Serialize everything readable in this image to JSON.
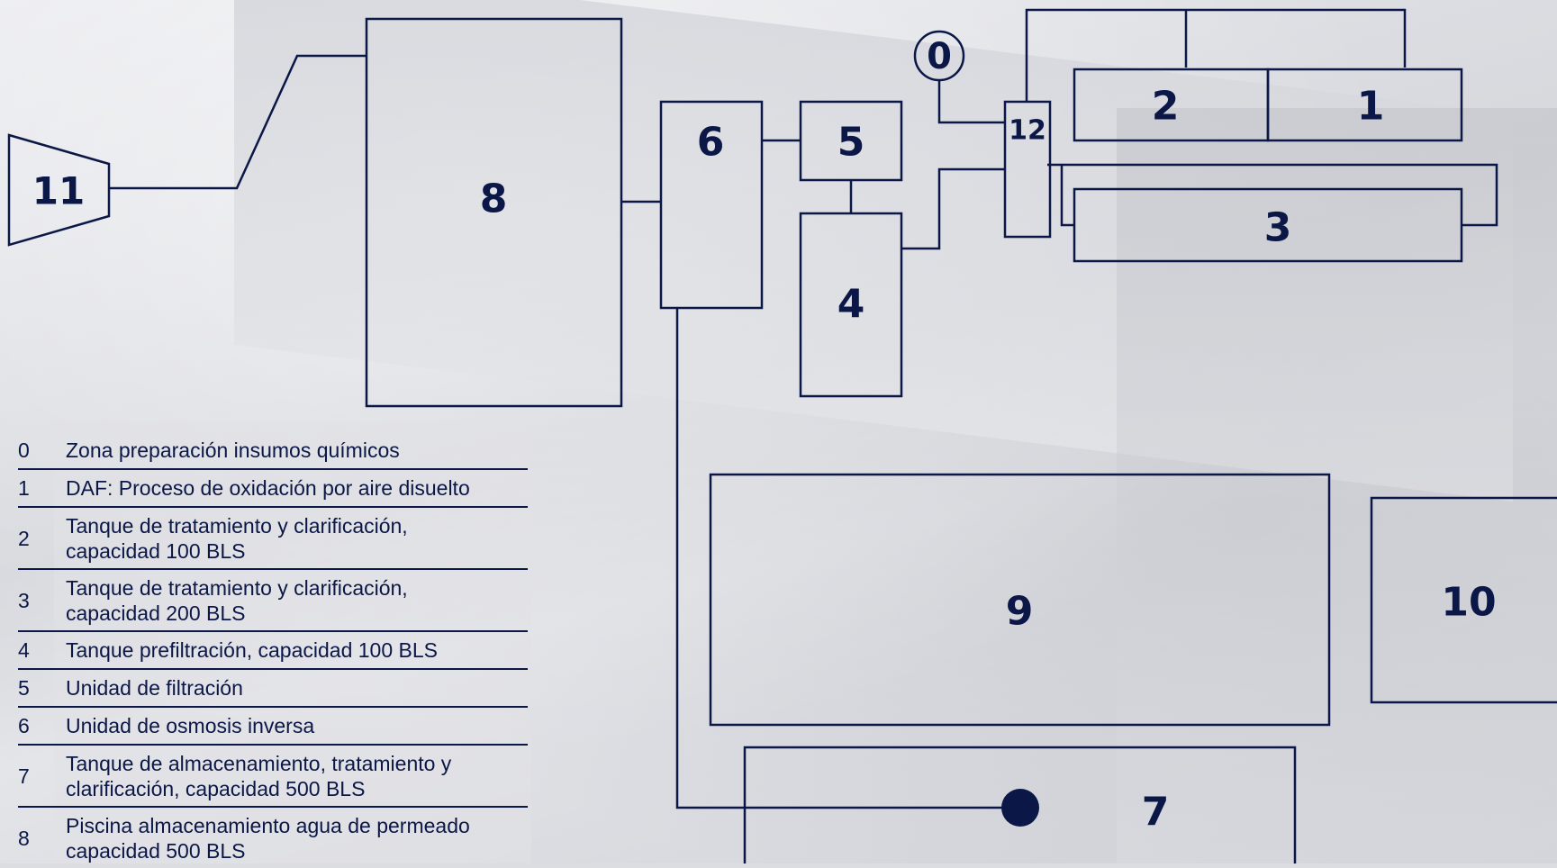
{
  "units": [
    {
      "id": "0",
      "label": "0"
    },
    {
      "id": "1",
      "label": "1"
    },
    {
      "id": "2",
      "label": "2"
    },
    {
      "id": "3",
      "label": "3"
    },
    {
      "id": "4",
      "label": "4"
    },
    {
      "id": "5",
      "label": "5"
    },
    {
      "id": "6",
      "label": "6"
    },
    {
      "id": "7",
      "label": "7"
    },
    {
      "id": "8",
      "label": "8"
    },
    {
      "id": "9",
      "label": "9"
    },
    {
      "id": "10",
      "label": "10"
    },
    {
      "id": "11",
      "label": "11"
    },
    {
      "id": "12",
      "label": "12"
    }
  ],
  "legend": [
    {
      "num": "0",
      "text": "Zona preparación insumos químicos"
    },
    {
      "num": "1",
      "text": "DAF: Proceso de oxidación por aire disuelto"
    },
    {
      "num": "2",
      "text": "Tanque de tratamiento y clarificación, capacidad 100 BLS"
    },
    {
      "num": "3",
      "text": "Tanque de tratamiento y clarificación, capacidad 200 BLS"
    },
    {
      "num": "4",
      "text": "Tanque prefiltración, capacidad 100 BLS"
    },
    {
      "num": "5",
      "text": "Unidad de filtración"
    },
    {
      "num": "6",
      "text": "Unidad de osmosis inversa"
    },
    {
      "num": "7",
      "text": "Tanque de almacenamiento, tratamiento y clarificación, capacidad 500 BLS"
    },
    {
      "num": "8",
      "text": "Piscina almacenamiento agua de permeado capacidad 500 BLS"
    }
  ],
  "colors": {
    "ink": "#0b1746"
  }
}
